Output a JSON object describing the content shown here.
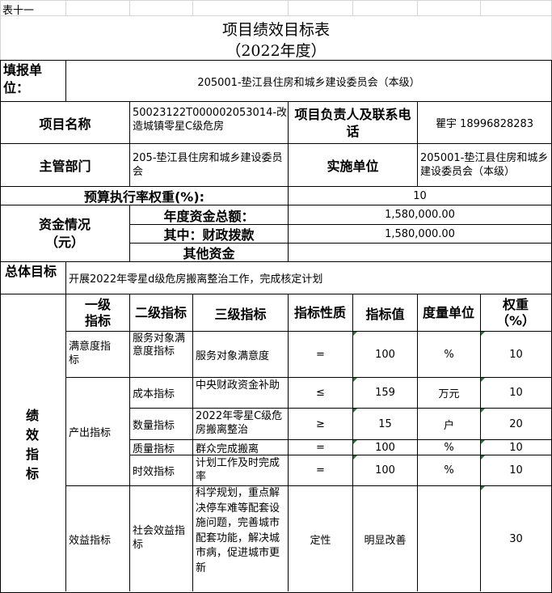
{
  "table_label": "表十一",
  "title": "项目绩效目标表",
  "year": "（2022年度）",
  "filler": {
    "label": "填报单位：",
    "value": "205001-垫江县住房和城乡建设委员会（本级）"
  },
  "project": {
    "name_label": "项目名称",
    "name_value": "50023122T000002053014-改造城镇零星C级危房",
    "manager_label": "项目负责人及联系电话",
    "manager_value": "瞿宇 18996828283"
  },
  "dept": {
    "label": "主管部门",
    "value": "205-垫江县住房和城乡建设委员会",
    "impl_label": "实施单位",
    "impl_value": "205001-垫江县住房和城乡建设委员会（本级）"
  },
  "budget": {
    "label": "预算执行率权重(%):",
    "value": "10"
  },
  "funds": {
    "label": "资金情况（元）",
    "annual_label": "年度资金总额：",
    "annual_value": "1,580,000.00",
    "fiscal_label": "其中：财政拨款",
    "fiscal_value": "1,580,000.00",
    "other_label": "其他资金",
    "other_value": ""
  },
  "overall": {
    "label": "总体目标",
    "value": "开展2022年零星d级危房搬离整治工作，完成核定计划"
  },
  "indicators": {
    "section_label": "绩效指标",
    "headers": [
      "一级指标",
      "二级指标",
      "三级指标",
      "指标性质",
      "指标值",
      "度量单位",
      "权重（%）"
    ],
    "rows": [
      {
        "l1": "满意度指标",
        "l2": "服务对象满意度指标",
        "l3": "服务对象满意度",
        "nature": "=",
        "value": "100",
        "unit": "%",
        "weight": "10"
      },
      {
        "l1": "产出指标",
        "l2": "成本指标",
        "l3": "中央财政资金补助",
        "nature": "≤",
        "value": "159",
        "unit": "万元",
        "weight": "10"
      },
      {
        "l1": "",
        "l2": "数量指标",
        "l3": "2022年零星C级危房搬离整治",
        "nature": "≥",
        "value": "15",
        "unit": "户",
        "weight": "20"
      },
      {
        "l1": "",
        "l2": "质量指标",
        "l3": "群众完成搬离",
        "nature": "=",
        "value": "100",
        "unit": "%",
        "weight": "10"
      },
      {
        "l1": "",
        "l2": "时效指标",
        "l3": "计划工作及时完成率",
        "nature": "=",
        "value": "100",
        "unit": "%",
        "weight": "10"
      },
      {
        "l1": "效益指标",
        "l2": "社会效益指标",
        "l3": "科学规划，重点解决停车难等配套设施问题，完善城市配套功能，解决城市病，促进城市更新",
        "nature": "定性",
        "value": "明显改善",
        "unit": "",
        "weight": "30"
      }
    ]
  }
}
